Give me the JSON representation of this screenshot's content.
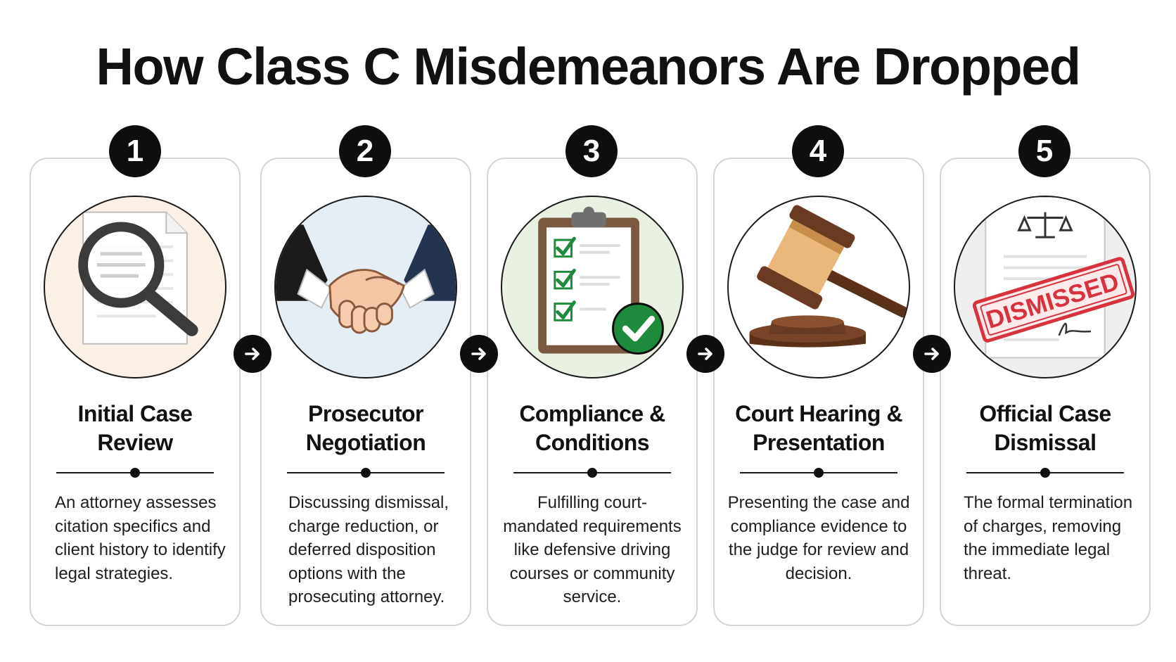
{
  "title": "How Class C Misdemeanors Are Dropped",
  "steps": [
    {
      "number": "1",
      "title_line1": "Initial Case",
      "title_line2": "Review",
      "description": "An attorney assesses citation specifics and client history to identify legal strategies.",
      "icon": "magnifying-glass-document-icon",
      "circle_color": "#fbf1e6"
    },
    {
      "number": "2",
      "title_line1": "Prosecutor",
      "title_line2": "Negotiation",
      "description": "Discussing dismissal, charge reduction, or deferred disposition options with the prosecuting attorney.",
      "icon": "handshake-icon",
      "circle_color": "#e5edf5"
    },
    {
      "number": "3",
      "title_line1": "Compliance &",
      "title_line2": "Conditions",
      "description": "Fulfilling court-mandated requirements like defensive driving courses or community service.",
      "icon": "clipboard-checklist-icon",
      "circle_color": "#e9f1e3"
    },
    {
      "number": "4",
      "title_line1": "Court Hearing &",
      "title_line2": "Presentation",
      "description": "Presenting the case and compliance evidence to the judge for review and decision.",
      "icon": "gavel-icon",
      "circle_color": "#ffffff"
    },
    {
      "number": "5",
      "title_line1": "Official Case",
      "title_line2": "Dismissal",
      "description": "The formal termination of charges, removing the immediate legal threat.",
      "icon": "dismissed-document-icon",
      "circle_color": "#efefef",
      "stamp_text": "DISMISSED"
    }
  ],
  "colors": {
    "badge": "#0e0e0e",
    "check_green": "#1e8a3c",
    "stamp_red": "#d8323c",
    "gavel_brown": "#6b3a22"
  }
}
